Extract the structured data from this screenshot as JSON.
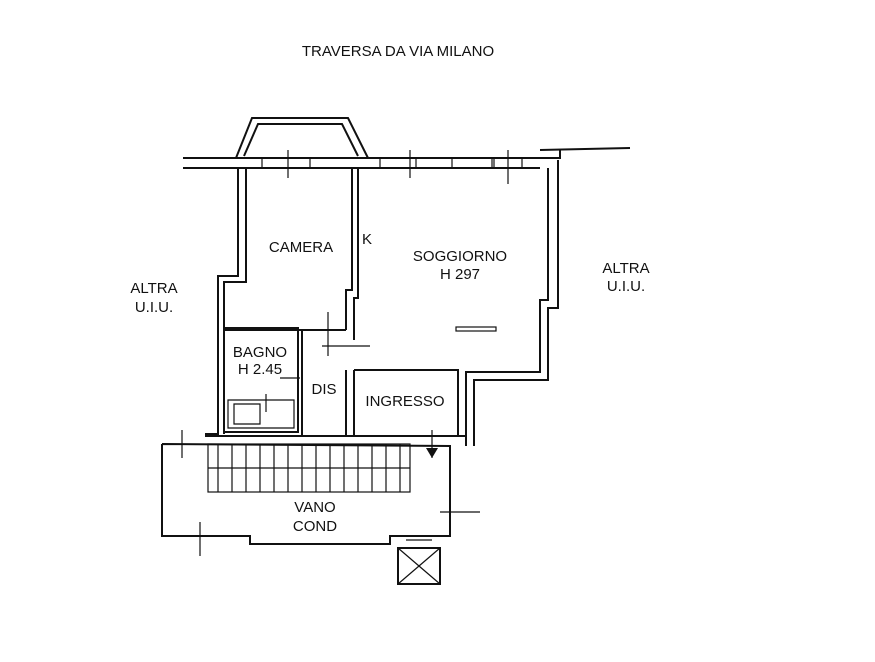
{
  "title": "TRAVERSA DA VIA MILANO",
  "rooms": {
    "camera": "CAMERA",
    "kitchen_mark": "K",
    "soggiorno": "SOGGIORNO",
    "soggiorno_height": "H 297",
    "bagno": "BAGNO",
    "bagno_height": "H 2.45",
    "dis": "DIS",
    "ingresso": "INGRESSO",
    "vano_line1": "VANO",
    "vano_line2": "COND"
  },
  "neighbours": {
    "left_line1": "ALTRA",
    "left_line2": "U.I.U.",
    "right_line1": "ALTRA",
    "right_line2": "U.I.U."
  }
}
